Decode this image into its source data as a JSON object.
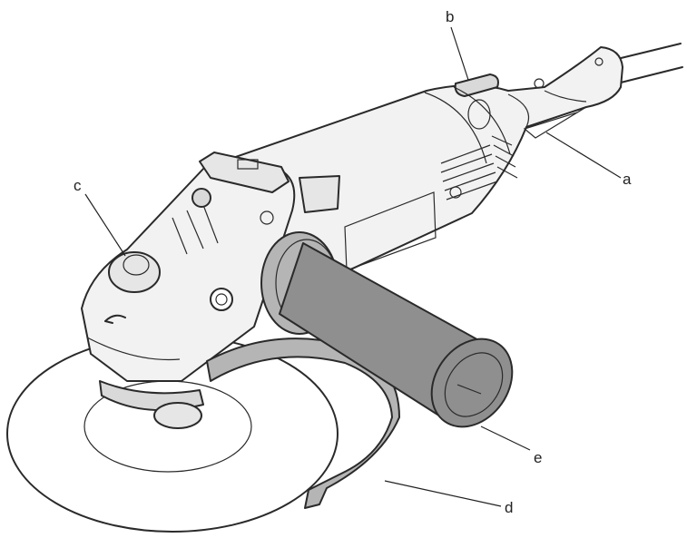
{
  "callouts": {
    "a": "a",
    "b": "b",
    "c": "c",
    "d": "d",
    "e": "e"
  },
  "colors": {
    "body": "#f2f2f2",
    "shade": "#d9d9d9",
    "handle": "#8f8f8f",
    "guard": "#b5b5b5",
    "outline": "#2a2a2a"
  }
}
